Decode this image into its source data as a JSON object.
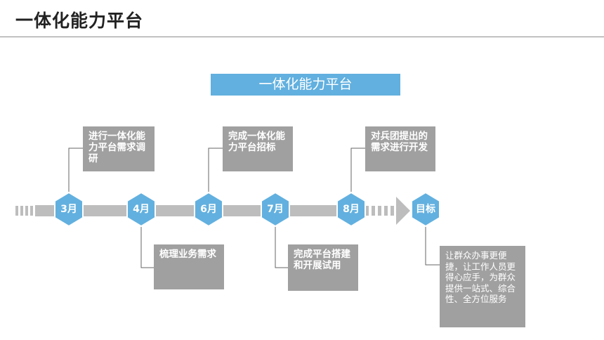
{
  "header": {
    "title": "一体化能力平台"
  },
  "banner": {
    "text": "一体化能力平台"
  },
  "milestones": [
    {
      "label": "3月",
      "desc": "进行一体化能力平台需求调研"
    },
    {
      "label": "4月",
      "desc": "梳理业务需求"
    },
    {
      "label": "6月",
      "desc": "完成一体化能力平台招标"
    },
    {
      "label": "7月",
      "desc": "完成平台搭建和开展试用"
    },
    {
      "label": "8月",
      "desc": "对兵团提出的需求进行开发"
    },
    {
      "label": "目标",
      "desc": "让群众办事更便捷，让工作人员更得心应手，为群众提供一站式、综合性、全方位服务"
    }
  ],
  "colors": {
    "accent": "#62b0df",
    "box": "#a0a0a0",
    "line": "#bdbdbd"
  }
}
